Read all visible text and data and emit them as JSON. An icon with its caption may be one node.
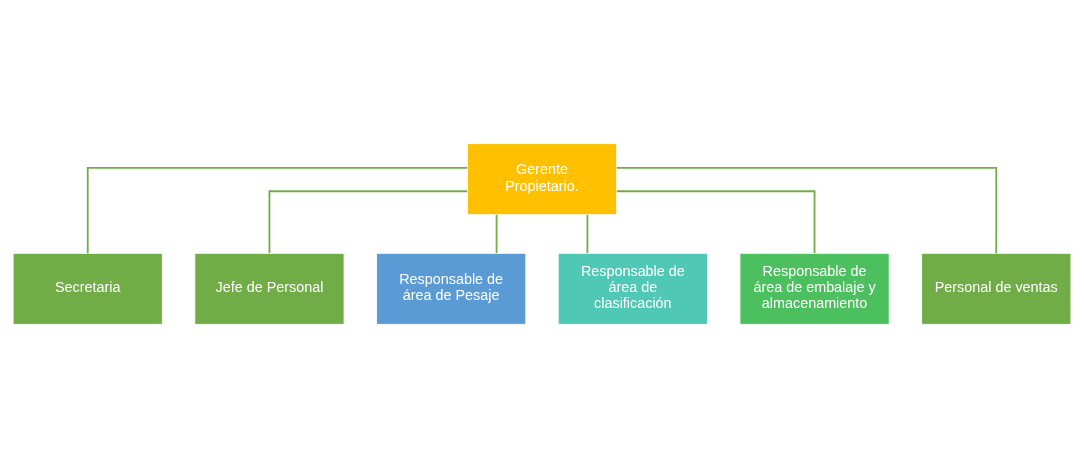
{
  "diagram": {
    "nodes": [
      {
        "text": [
          "Gerente Propietario."
        ]
      },
      {
        "text": [
          "Secretaria"
        ]
      },
      {
        "text": [
          "Jefe de Personal"
        ]
      },
      {
        "text": [
          "Responsable de área de Pesaje"
        ]
      },
      {
        "text": [
          "Responsable de área de clasificación"
        ]
      },
      {
        "text": [
          "Responsable de área de embalaje y almacenamiento"
        ]
      },
      {
        "text": [
          "Personal de ventas"
        ]
      }
    ],
    "edges": [
      {
        "from": 0,
        "to": 1,
        "arrow": "none"
      },
      {
        "from": 0,
        "to": 2,
        "arrow": "none"
      },
      {
        "from": 0,
        "to": 3,
        "arrow": "none"
      },
      {
        "from": 0,
        "to": 4,
        "arrow": "none"
      },
      {
        "from": 0,
        "to": 5,
        "arrow": "none"
      },
      {
        "from": 0,
        "to": 6,
        "arrow": "none"
      }
    ]
  }
}
